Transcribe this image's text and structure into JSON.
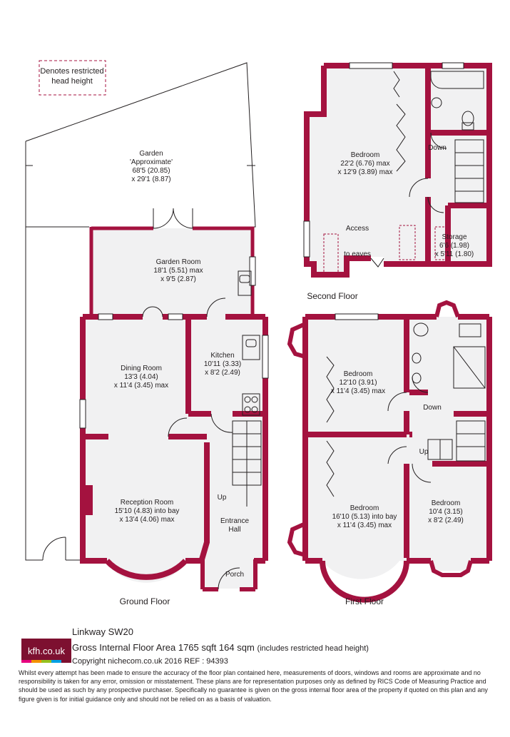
{
  "colors": {
    "wall": "#a4123f",
    "floor": "#f1f1f2",
    "line": "#231f20"
  },
  "legend": {
    "line1": "Denotes restricted",
    "line2": "head height"
  },
  "rooms": {
    "garden": [
      "Garden",
      "'Approximate'",
      "68'5 (20.85)",
      "x 29'1 (8.87)"
    ],
    "garden_room": [
      "Garden Room",
      "18'1 (5.51) max",
      "x 9'5 (2.87)"
    ],
    "dining_room": [
      "Dining Room",
      "13'3 (4.04)",
      "x 11'4 (3.45) max"
    ],
    "kitchen": [
      "Kitchen",
      "10'11 (3.33)",
      "x 8'2 (2.49)"
    ],
    "reception_room": [
      "Reception Room",
      "15'10 (4.83) into bay",
      "x 13'4 (4.06) max"
    ],
    "entrance_hall": [
      "Entrance",
      "Hall"
    ],
    "porch": "Porch",
    "up_ground": "Up",
    "bedroom_second": [
      "Bedroom",
      "22'2 (6.76) max",
      "x 12'9 (3.89) max"
    ],
    "storage": [
      "Storage",
      "6'6 (1.98)",
      "x 5'11 (1.80)"
    ],
    "access_eaves": [
      "Access",
      "to eaves"
    ],
    "down_second": "Down",
    "bedroom_first_rear": [
      "Bedroom",
      "12'10 (3.91)",
      "x 11'4 (3.45) max"
    ],
    "bedroom_first_front": [
      "Bedroom",
      "16'10 (5.13) into bay",
      "x 11'4 (3.45) max"
    ],
    "bedroom_first_small": [
      "Bedroom",
      "10'4 (3.15)",
      "x 8'2 (2.49)"
    ],
    "down_first": "Down",
    "up_first": "Up"
  },
  "floors": {
    "ground": "Ground Floor",
    "first": "First Floor",
    "second": "Second Floor"
  },
  "footer": {
    "logo": "kfh.co.uk",
    "logo_stripes": [
      "#e6007e",
      "#f39200",
      "#95c11f",
      "#00a0e3",
      "#7d1030"
    ],
    "title": "Linkway SW20",
    "area": "Gross Internal Floor Area 1765 sqft 164 sqm",
    "area_note": "(includes restricted head height)",
    "copyright": "Copyright nichecom.co.uk 2016 REF : 94393",
    "disclaimer": "Whilst every attempt has been made to ensure the accuracy of the floor plan contained here, measurements of doors, windows and rooms are approximate and no responsibility is taken for any error, omission or misstatement. These plans are for representation purposes only as defined by RICS Code of Measuring Practice and should be used as such by any prospective purchaser. Specifically no guarantee is given on the gross internal floor area of the property if quoted on this plan and any figure given is for initial guidance only and should not be relied on as a basis of valuation."
  }
}
